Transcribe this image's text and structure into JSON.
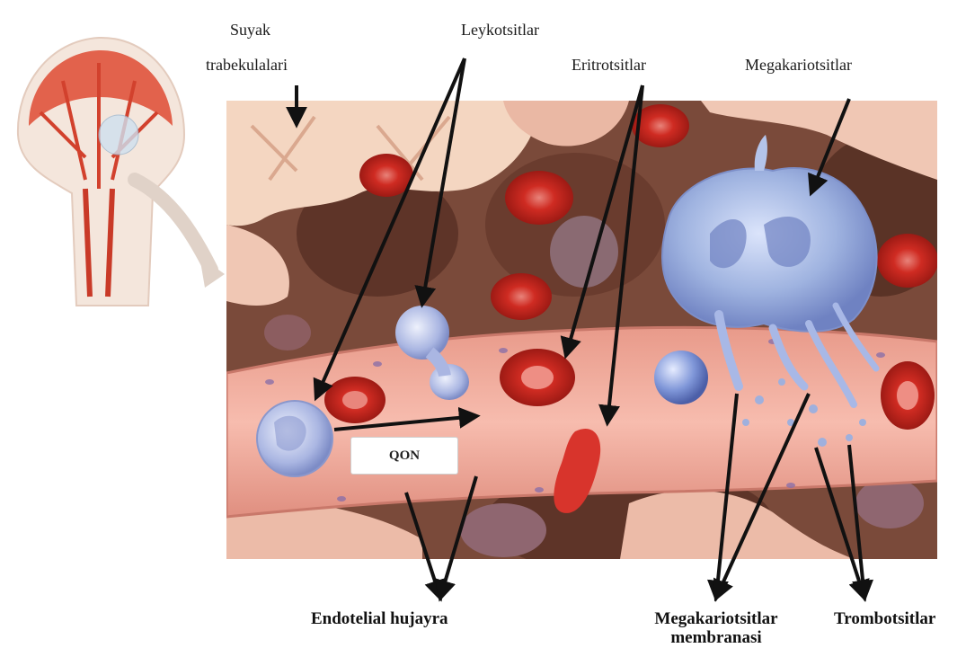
{
  "labels": {
    "suyak_line1": "Suyak",
    "suyak_line2": "trabekulalari",
    "leykotsitlar": "Leykotsitlar",
    "eritrotsitlar": "Eritrotsitlar",
    "megakariotsitlar": "Megakariotsitlar",
    "qon": "QON",
    "endotelial": "Endotelial hujayra",
    "membrana_line1": "Megakariotsitlar",
    "membrana_line2": "membranasi",
    "trombotsitlar": "Trombotsitlar"
  },
  "colors": {
    "tissue_bg": "#7a4a3a",
    "vessel": "#f2a899",
    "trabecula": "#f6d9c4",
    "erythrocyte": "#d8342c",
    "megakaryocyte": "#9fb3e0",
    "leukocyte": "#b9c3e8",
    "bone": "#d94a33"
  }
}
